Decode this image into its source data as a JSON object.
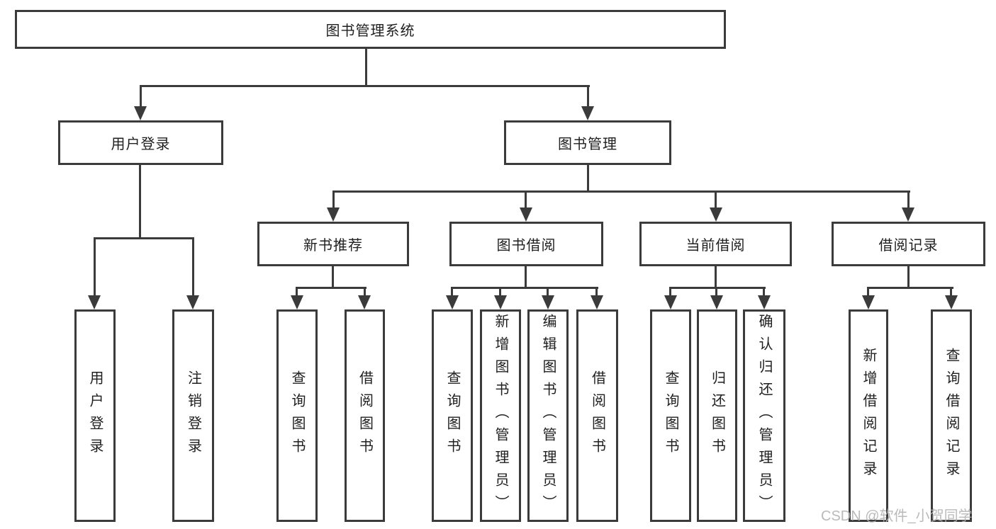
{
  "diagram_title": "图书管理系统",
  "watermark": "CSDN @软件_小贺同学",
  "colors": {
    "line": "#3b3b3b",
    "text": "#1f1f1f",
    "background": "#ffffff",
    "watermark": "#b2b2b2"
  },
  "nodes": {
    "root": "图书管理系统",
    "user_login": {
      "label": "用户登录",
      "children": [
        "用户登录",
        "注销登录"
      ]
    },
    "book_mgmt": {
      "label": "图书管理"
    },
    "new_books": {
      "label": "新书推荐",
      "children": [
        "查询图书",
        "借阅图书"
      ]
    },
    "borrowing": {
      "label": "图书借阅",
      "children": [
        "查询图书",
        "新增图书（管理员）",
        "编辑图书（管理员）",
        "借阅图书"
      ]
    },
    "current": {
      "label": "当前借阅",
      "children": [
        "查询图书",
        "归还图书",
        "确认归还（管理员）"
      ]
    },
    "records": {
      "label": "借阅记录",
      "children": [
        "新增借阅记录",
        "查询借阅记录"
      ]
    }
  }
}
